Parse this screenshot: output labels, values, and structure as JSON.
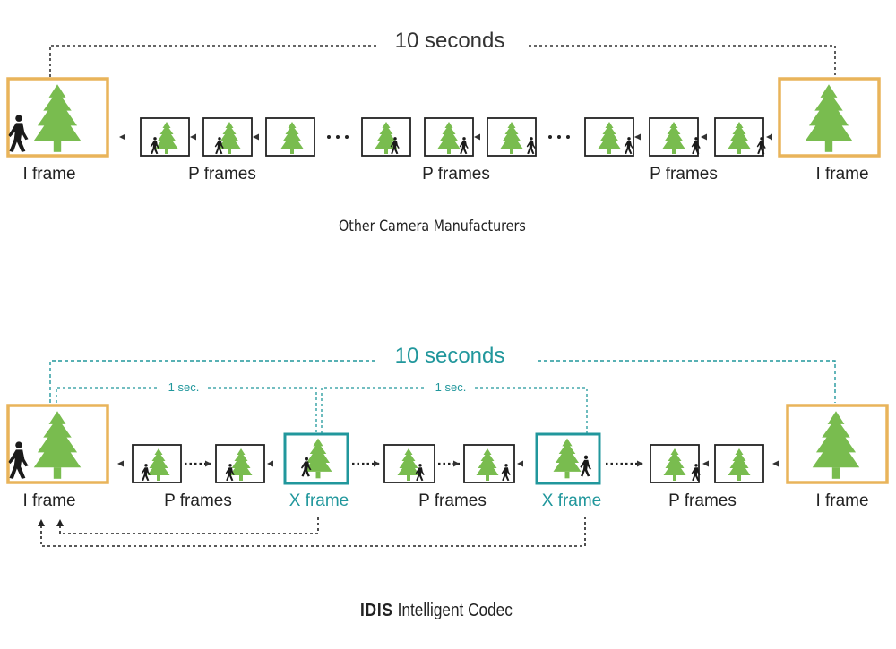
{
  "top": {
    "duration_label": "10 seconds",
    "i_frame_label": "I frame",
    "p_frames_label": "P frames",
    "caption": "Other Camera Manufacturers"
  },
  "bottom": {
    "duration_label": "10 seconds",
    "interval_label": "1 sec.",
    "i_frame_label": "I frame",
    "p_frames_label": "P frames",
    "x_frame_label": "X frame",
    "footer_brand": "IDIS",
    "footer_title": "Intelligent Codec"
  },
  "colors": {
    "i_frame_border": "#e9b45a",
    "x_frame_border": "#21979c",
    "accent_text": "#21979c",
    "tree": "#79bc4f",
    "trunk": "#86a86a",
    "person": "#1a1a1a",
    "line": "#333333",
    "text": "#222222"
  },
  "icons": [
    "tree-icon",
    "walking-person-icon",
    "arrow-left-icon",
    "arrow-right-icon",
    "dotted-connector-icon"
  ]
}
